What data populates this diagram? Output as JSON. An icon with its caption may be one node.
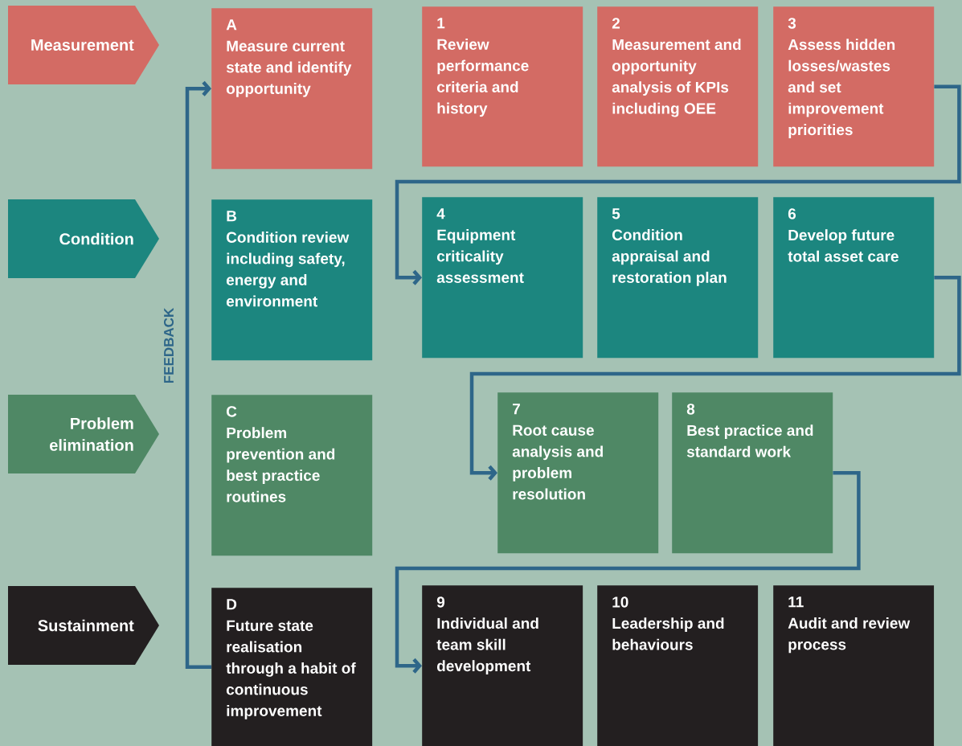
{
  "diagram": {
    "nodes": [
      {
        "text": [
          "Measurement"
        ]
      },
      {
        "text": [
          "A",
          "Measure current state and identify opportunity"
        ]
      },
      {
        "text": [
          "1",
          "Review performance criteria and history"
        ]
      },
      {
        "text": [
          "2",
          "Measurement and opportunity analysis of KPIs including OEE"
        ]
      },
      {
        "text": [
          "3",
          "Assess hidden losses/wastes and set improvement priorities"
        ]
      },
      {
        "text": [
          "Condition"
        ]
      },
      {
        "text": [
          "B",
          "Condition review including safety, energy and environment"
        ]
      },
      {
        "text": [
          "4",
          "Equipment criticality assessment"
        ]
      },
      {
        "text": [
          "5",
          "Condition appraisal and restoration plan"
        ]
      },
      {
        "text": [
          "6",
          "Develop future total asset care"
        ]
      },
      {
        "text": [
          "Problem elimination"
        ]
      },
      {
        "text": [
          "C",
          "Problem prevention and best practice routines"
        ]
      },
      {
        "text": [
          "7",
          "Root cause analysis and problem resolution"
        ]
      },
      {
        "text": [
          "8",
          "Best practice and standard work"
        ]
      },
      {
        "text": [
          "Sustainment"
        ]
      },
      {
        "text": [
          "D",
          "Future state realisation through a habit of continuous improvement"
        ]
      },
      {
        "text": [
          "9",
          "Individual and team skill development"
        ]
      },
      {
        "text": [
          "10",
          "Leadership and behaviours"
        ]
      },
      {
        "text": [
          "11",
          "Audit and review process"
        ]
      }
    ],
    "edges": [
      {
        "from": 4,
        "to": 7,
        "arrow": "to"
      },
      {
        "from": 9,
        "to": 12,
        "arrow": "to"
      },
      {
        "from": 13,
        "to": 16,
        "arrow": "to"
      },
      {
        "from": 15,
        "to": 1,
        "arrow": "to",
        "label": "FEEDBACK"
      }
    ]
  }
}
